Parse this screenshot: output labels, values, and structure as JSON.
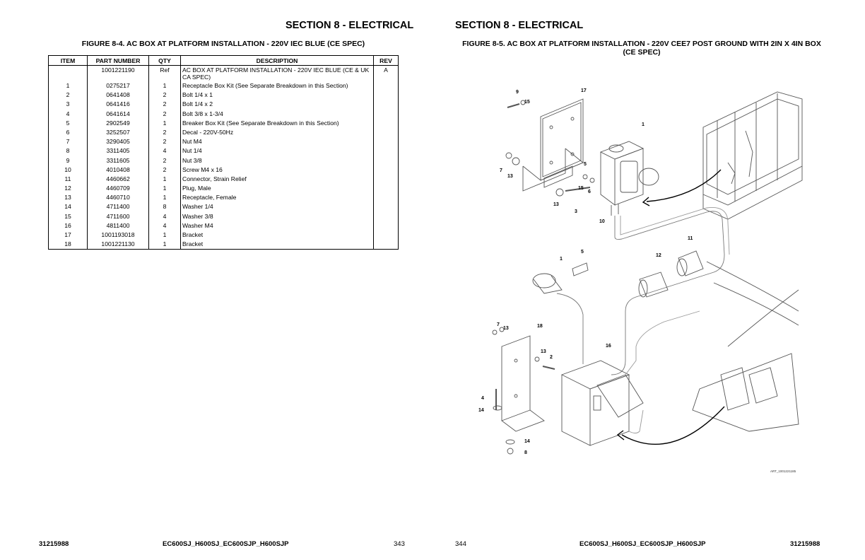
{
  "left_page": {
    "section_title": "SECTION 8 - ELECTRICAL",
    "figure_title": "FIGURE 8-4. AC BOX AT PLATFORM INSTALLATION - 220V IEC BLUE (CE SPEC)",
    "table": {
      "headers": [
        "ITEM",
        "PART NUMBER",
        "QTY",
        "DESCRIPTION",
        "REV"
      ],
      "rows": [
        {
          "item": "",
          "part": "1001221190",
          "qty": "Ref",
          "desc": "AC BOX AT PLATFORM INSTALLATION - 220V IEC BLUE (CE & UK CA SPEC)",
          "rev": "A"
        },
        {
          "item": "1",
          "part": "0275217",
          "qty": "1",
          "desc": "Receptacle Box Kit (See Separate Breakdown in this Section)",
          "rev": ""
        },
        {
          "item": "2",
          "part": "0641408",
          "qty": "2",
          "desc": "Bolt 1/4 x 1",
          "rev": ""
        },
        {
          "item": "3",
          "part": "0641416",
          "qty": "2",
          "desc": "Bolt 1/4 x 2",
          "rev": ""
        },
        {
          "item": "4",
          "part": "0641614",
          "qty": "2",
          "desc": "Bolt 3/8 x 1-3/4",
          "rev": ""
        },
        {
          "item": "5",
          "part": "2902549",
          "qty": "1",
          "desc": "Breaker Box Kit (See Separate Breakdown in this Section)",
          "rev": ""
        },
        {
          "item": "6",
          "part": "3252507",
          "qty": "2",
          "desc": "Decal - 220V-50Hz",
          "rev": ""
        },
        {
          "item": "7",
          "part": "3290405",
          "qty": "2",
          "desc": "Nut M4",
          "rev": ""
        },
        {
          "item": "8",
          "part": "3311405",
          "qty": "4",
          "desc": "Nut 1/4",
          "rev": ""
        },
        {
          "item": "9",
          "part": "3311605",
          "qty": "2",
          "desc": "Nut 3/8",
          "rev": ""
        },
        {
          "item": "10",
          "part": "4010408",
          "qty": "2",
          "desc": "Screw M4 x 16",
          "rev": ""
        },
        {
          "item": "11",
          "part": "4460662",
          "qty": "1",
          "desc": "Connector, Strain Relief",
          "rev": ""
        },
        {
          "item": "12",
          "part": "4460709",
          "qty": "1",
          "desc": "Plug, Male",
          "rev": ""
        },
        {
          "item": "13",
          "part": "4460710",
          "qty": "1",
          "desc": "Receptacle, Female",
          "rev": ""
        },
        {
          "item": "14",
          "part": "4711400",
          "qty": "8",
          "desc": "Washer 1/4",
          "rev": ""
        },
        {
          "item": "15",
          "part": "4711600",
          "qty": "4",
          "desc": "Washer 3/8",
          "rev": ""
        },
        {
          "item": "16",
          "part": "4811400",
          "qty": "4",
          "desc": "Washer M4",
          "rev": ""
        },
        {
          "item": "17",
          "part": "1001193018",
          "qty": "1",
          "desc": "Bracket",
          "rev": ""
        },
        {
          "item": "18",
          "part": "1001221130",
          "qty": "1",
          "desc": "Bracket",
          "rev": ""
        }
      ]
    },
    "footer": {
      "doc_number": "31215988",
      "models": "EC600SJ_H600SJ_EC600SJP_H600SJP",
      "page": "343"
    }
  },
  "right_page": {
    "section_title": "SECTION 8 - ELECTRICAL",
    "figure_title": "FIGURE 8-5. AC BOX AT PLATFORM INSTALLATION - 220V CEE7 POST GROUND WITH 2IN X 4IN BOX (CE SPEC)",
    "art_id": "ART_1001221185",
    "callouts": [
      "9",
      "15",
      "17",
      "1",
      "5",
      "7",
      "13",
      "15",
      "6",
      "13",
      "3",
      "10",
      "11",
      "12",
      "1",
      "5",
      "7",
      "13",
      "18",
      "13",
      "2",
      "16",
      "4",
      "14",
      "14",
      "8"
    ],
    "footer": {
      "page": "344",
      "models": "EC600SJ_H600SJ_EC600SJP_H600SJP",
      "doc_number": "31215988"
    }
  }
}
